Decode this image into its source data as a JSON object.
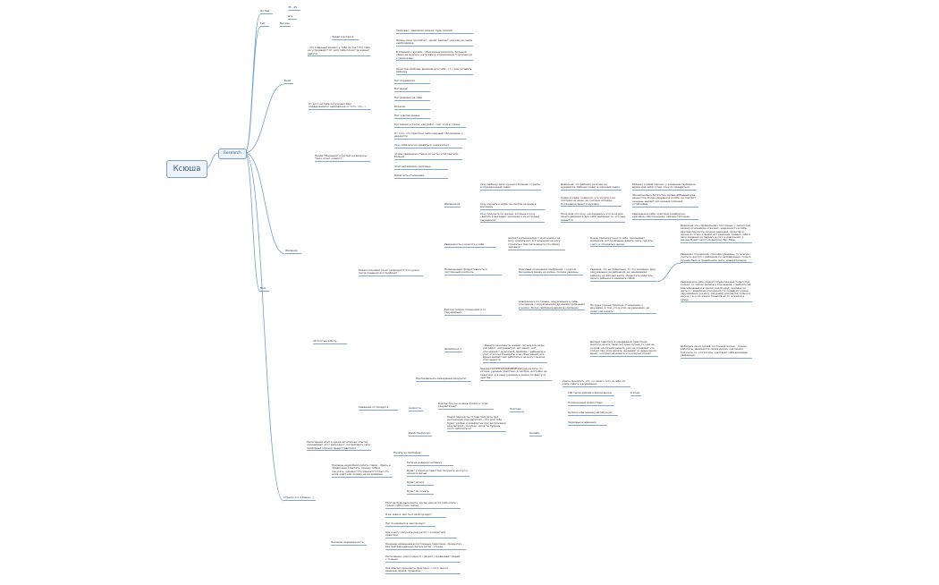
{
  "root": {
    "label": "Ксюша"
  },
  "research": {
    "label": "Research"
  },
  "branches": {
    "b1": {
      "label": "Ол бай"
    },
    "b2": {
      "label": "Гел"
    },
    "b3": {
      "label": "Боли"
    },
    "b4": {
      "label": "Болі"
    },
    "b5": {
      "label": "Желание"
    },
    "b6": {
      "label": "об Ілостью в Бичу..."
    },
    "b7": {
      "label": "Страхи (что я боюсь...)"
    }
  },
  "nodes": {
    "n1": {
      "text": "35 - 45"
    },
    "n2": {
      "text": "м/ж"
    },
    "n3": {
      "text": "Москва"
    },
    "n4": {
      "text": "Задай 4 вопроса"
    },
    "n5": {
      "text": "- Что в данный момент у тебя не так? Что тебе не устраивает? От чего тебе плохо? (в жизни/работе)"
    },
    "n6": {
      "text": "Здоровье - давление низкое, пуры низкий"
    },
    "n7": {
      "text": "Жизнь свою послойчит - денег хватает уже как на самое необходимое"
    },
    "n8": {
      "text": "В плавной с духами - обиженные начинать, большой обиду на мужчин, негативное отношение в сторонником к призначаю."
    },
    "n9": {
      "text": "Качества свободы, времени для себя - то с чем оставить ребенка"
    },
    "n10": {
      "text": "От кого ни тебе получишь/тебе/поддерживать) направлена от того, что...)"
    },
    "n11": {
      "text": "Нет поддержки"
    },
    "n12": {
      "text": "Нет денег"
    },
    "n13": {
      "text": "Нет времени на себя"
    },
    "n14": {
      "text": "Болезни"
    },
    "n15": {
      "text": "Нет чувства жизни"
    },
    "n16": {
      "text": "Состояние усталое, как робот - нет огня в глазах"
    },
    "n17": {
      "text": "От того, что практики себя знающей / блокиване, у держится"
    },
    "n18": {
      "text": "Проба \"Желания\" (счастья) на вопросы: \"Чего хочет клиент?\""
    },
    "n19": {
      "text": "Хочу себя вкусно одеваться, наряжаться"
    },
    "n20": {
      "text": "Чтобы уверенная стенка за честь, чтоб хватило. Больше"
    },
    "n21": {
      "text": "Чтоб налаживать здоровье"
    },
    "n22": {
      "text": "Облегчить отношение"
    },
    "n23": {
      "text": "Какая ключевой хочет репродукт? Что нужно после решения его проблем?"
    },
    "n24": {
      "text": "Желание №"
    },
    "n25": {
      "text": "Хочу ребенку дать нужного больше, студить в определенный садик"
    },
    "n26": {
      "text": "Хочу изучать в кафе, не смотря на цены в магазине"
    },
    "n27": {
      "text": "Хочу получить по жилью, которые я хочу сделать и выглядит красивее и из истинных ощущениях"
    },
    "n28": {
      "text": "Довольна, что ребенок ни в чем не нуждается. Ребенок ходит в хороший садик"
    },
    "n29": {
      "text": "Ребенку и маме хорошо, у женщины свободное время для себя/ супер, соку по повариться"
    },
    "n30": {
      "text": "Ходим в кафе, ходим по, что хотела и не смотрим на цены, не считаем копейки. Остановили денег и духовно."
    },
    "n31": {
      "text": "Эмоционально-богатство, ярлык-аббревиатура, ценностях, более уверенное в себе, не смотрит на цены, делает эти ценные хорошие устойчивые"
    },
    "n32": {
      "text": "Получила что хочу, наслаждаюсь что хочу для своего ребенка и для себя, выбираю то, что мне нравится"
    },
    "n33": {
      "text": "Уверенная в себе, чувствую комфортно, красивая, обеспеченная, самодостаточная"
    },
    "n34": {
      "text": "Уверенность и красоту к себе"
    },
    "n35": {
      "text": "желает в отношениях с мужчиной и не могу сказать нет, в отношении не могу отказать и прислать деньги что обижу человека"
    },
    "n36": {
      "text": "Очень промежуточно к себе, показывает внимание, могла меньше давать, могу сказать «нет» и отказать в жизни"
    },
    "n37": {
      "text": "Довольна что «правильной» постоянно, с легкостью своему отношению отвечает, уверенности в себе, двусмысленность, личных решений, качество в жизни из этого отводят его решения, Славно себе и свои желания ко первого в кого в довольной, к жизни, Будет залог на выпуску Вас Рада."
    },
    "n38": {
      "text": "Полноценная продуктивность и постоянный контроль"
    },
    "n39": {
      "text": "Красивые отношения (свобления, с курсом бесценных менее на жизнь, полное уверены"
    },
    "n40": {
      "text": "Уверенно отношения, спокойно уверены, по всегда учиться, доступ с ребенком по направлению, только лучшее быть в правильном, дать, доверительное"
    },
    "n41": {
      "text": "Уверена, что ее правильно, то что желание, друг окружающих ее ребенком, не занимаемая ребенку на 100 дел взять, Перестать работать своего ребенка и занимать собой"
    },
    "n42": {
      "text": "Теплое теплое отношение и от окружающих"
    },
    "n43": {
      "text": "доверенных состояние, окружающих в себе, отношение с окружающими друзьями, увлечения в жизни, более свободное время в компании"
    },
    "n44": {
      "text": "Не хуже (лучше) близких отношениях с друзьями, в том, что в этих не решениях, не знает как начать"
    },
    "n45": {
      "text": "Уверенная в себе, рядом оттуда где мне только бук только, со сейчас делать в отношения, с выбрать на повседневных и в одном, какой друг, человек не жить и с доверием отношения с к порадует жизнь, окружающих, не могу (опорной) или выход только и на учу с и, и из жизни только в её то, в жизни в семье"
    },
    "n46": {
      "text": "Жалоба на 3"
    },
    "n47": {
      "text": "- Решите на клиента, жизни, потому эти силы, как работ, нет развития, нет денег, нет отношений с мужчиной, проблем с ребенком и учат этого не понимать, а ни объяснения, все вроде делают как работать и не могут из всех этих вывести"
    },
    "n48": {
      "text": "Делали практики в узнаваемом практиках, многого на все темы, которые лучше, то уже не хотела, на личной деньги, уже не понимает что только при этом делать, вызывает в самые много денег, которых на деньги что кому ни сказал"
    },
    "n49": {
      "text": "Добилась своих целей, состояние жизни, - лучше, работать, занимается своим делом, она может получить то, что хотела, чувствует себя красивая, уверенная"
    },
    "n50": {
      "text": "Сведение от продукта"
    },
    "n51": {
      "text": "Критериальное измеримый результат"
    },
    "n52": {
      "text": "Какова ПОНЯТНАЯ/ИЗМЕРИМАЯ результаты, по истине, уровень практики, я смотрю, достойно на практики, и в одно (уровень в жизни по факту) в чувстве"
    },
    "n53": {
      "text": "Уметь понимать, что, со своего того, в себя, по кому ходить и в уверенно"
    },
    "n54": {
      "text": "100 тысяч рублей в месяц доход"
    },
    "n55": {
      "text": "6-9 мес"
    },
    "n56": {
      "text": "Полноценные дома отдых"
    },
    "n57": {
      "text": "Купила себе машину автобусную"
    },
    "n58": {
      "text": "Здоровые изменения"
    },
    "n59": {
      "text": "Скорость"
    },
    "n60": {
      "text": "Как быстро ты хочешь прийти к этим результатам?"
    },
    "n61": {
      "text": "Полгода"
    },
    "n62": {
      "text": "Удобство/ресурс"
    },
    "n63": {
      "text": "Какой период ты готова получить при достижении результатов? - Что для тебя будет удобно и комфортно при достижении результата? - Сколько часов ты будешь этого заботиться?"
    },
    "n64": {
      "text": "Онлайн"
    },
    "n65": {
      "text": "Негативный опыт в каких негативных опытах спрашивают этот репродукт, попробовать свои проблемы? (прочие предоставители)"
    },
    "n66": {
      "text": "Начать не проблема"
    },
    "n67": {
      "text": "Причины неудобной купить товар, - Здесь и предложил ответить, почему тебе в покупать, однако? Что мешает? (страх что меня ждет или почему не на доверие)"
    },
    "n68": {
      "text": "Если на доверии человеку"
    },
    "n69": {
      "text": "Будет у меня на практиче получить, доступ к жизни в жизни"
    },
    "n70": {
      "text": "Будет ни все"
    },
    "n71": {
      "text": "Будет ли понять"
    },
    "n72": {
      "text": "Причины неуверенности"
    },
    "n73": {
      "text": "Если не буду выполнять, когда захочется себя опять - только себя и как сейчас"
    },
    "n74": {
      "text": "Я не знаю в чем ты и свой продукт"
    },
    "n75": {
      "text": "Нет понимания в чем продукт"
    },
    "n76": {
      "text": "Как я могу получить результат с конкретной практики"
    },
    "n77": {
      "text": "Начинаю изменения в постоянных практиках, продуктах, без подтвержденных результатов - отказы"
    },
    "n78": {
      "text": "Негативные, много (много) говорит / сравнивает людей с точным"
    },
    "n79": {
      "text": "Как обычно проходить практики, с того, много времени, время, проверка"
    }
  }
}
